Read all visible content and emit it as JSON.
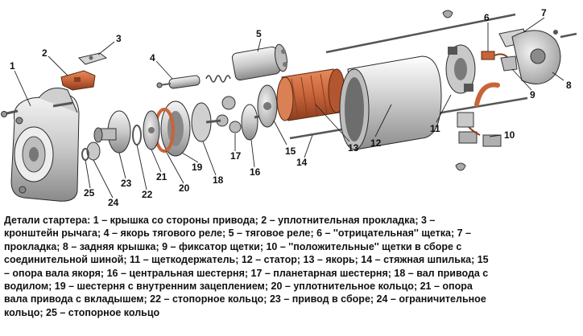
{
  "colors": {
    "metal_light": "#e6e6e6",
    "metal_mid": "#b9b9b9",
    "metal_dark": "#7d7d7d",
    "copper": "#c8643a",
    "copper_dark": "#8a3d1e",
    "outline": "#2a2a2a"
  },
  "callouts": [
    {
      "id": "1",
      "label": "1"
    },
    {
      "id": "2",
      "label": "2"
    },
    {
      "id": "3",
      "label": "3"
    },
    {
      "id": "4",
      "label": "4"
    },
    {
      "id": "5",
      "label": "5"
    },
    {
      "id": "6",
      "label": "6"
    },
    {
      "id": "7",
      "label": "7"
    },
    {
      "id": "8",
      "label": "8"
    },
    {
      "id": "9",
      "label": "9"
    },
    {
      "id": "10",
      "label": "10"
    },
    {
      "id": "11",
      "label": "11"
    },
    {
      "id": "12",
      "label": "12"
    },
    {
      "id": "13",
      "label": "13"
    },
    {
      "id": "14",
      "label": "14"
    },
    {
      "id": "15",
      "label": "15"
    },
    {
      "id": "16",
      "label": "16"
    },
    {
      "id": "17",
      "label": "17"
    },
    {
      "id": "18",
      "label": "18"
    },
    {
      "id": "19",
      "label": "19"
    },
    {
      "id": "20",
      "label": "20"
    },
    {
      "id": "21",
      "label": "21"
    },
    {
      "id": "22",
      "label": "22"
    },
    {
      "id": "23",
      "label": "23"
    },
    {
      "id": "24",
      "label": "24"
    },
    {
      "id": "25",
      "label": "25"
    }
  ],
  "caption": {
    "lines": [
      "Детали стартера: 1 – крышка со стороны привода; 2 – уплотнительная прокладка; 3 –",
      "кронштейн рычага; 4 – якорь тягового реле; 5 – тяговое реле; 6 – ''отрицательная'' щетка; 7 –",
      "прокладка; 8 – задняя крышка; 9 – фиксатор щетки; 10 – ''положительные'' щетки в сборе с",
      "соединительной шиной; 11 – щеткодержатель; 12 – статор; 13 – якорь; 14 – стяжная шпилька; 15",
      "– опора вала якоря; 16 – центральная шестерня; 17 – планетарная шестерня; 18 – вал привода с",
      "водилом; 19 – шестерня с внутренним зацеплением; 20 – уплотнительное кольцо; 21 – опора",
      "вала привода с вкладышем; 22 – стопорное кольцо; 23 – привод в сборе; 24 – ограничительное",
      "кольцо; 25 – стопорное кольцо"
    ]
  }
}
